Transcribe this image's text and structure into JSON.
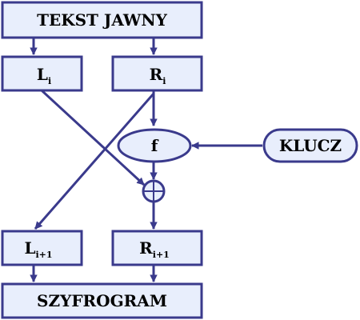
{
  "diagram": {
    "plaintext": "TEKST JAWNY",
    "left_input": {
      "base": "L",
      "subscript": "i"
    },
    "right_input": {
      "base": "R",
      "subscript": "i"
    },
    "function": "f",
    "key": "KLUCZ",
    "left_output": {
      "base": "L",
      "subscript": "i+1"
    },
    "right_output": {
      "base": "R",
      "subscript": "i+1"
    },
    "ciphertext": "SZYFROGRAM"
  },
  "colors": {
    "stroke": "#3a3a8c",
    "fill": "#e8eefc",
    "text": "#000000"
  },
  "icons": {
    "xor": "xor-icon"
  }
}
